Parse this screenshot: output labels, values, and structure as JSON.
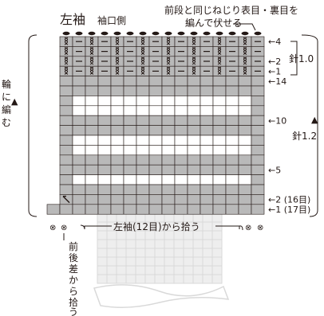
{
  "diagram": {
    "title": "左袖",
    "cuff_side": "袖口側",
    "note_top": [
      "前段と同じねじり表目・裏目を",
      "編んで伏せる"
    ],
    "knit_in_round": [
      "輪",
      "に",
      "編",
      "む"
    ],
    "up_arrow": "▲",
    "pickup_sleeve": "左袖(12目)から拾う",
    "pickup_gusset": [
      "前",
      "後",
      "差",
      "か",
      "ら",
      "拾",
      "う"
    ],
    "needle_upper": "針1.0",
    "needle_lower": "針1.2",
    "cross_marks": [
      "⊗",
      "⊗",
      "⊗",
      "⊗"
    ],
    "row_labels": [
      {
        "text": "←4",
        "row": 0
      },
      {
        "text": "←2",
        "row": 2
      },
      {
        "text": "←1",
        "row": 3
      },
      {
        "text": "←14",
        "row": 4
      },
      {
        "text": "←10",
        "row": 8
      },
      {
        "text": "←5",
        "row": 13
      },
      {
        "text": "←2 (16目)",
        "row": 16
      },
      {
        "text": "←1 (17目)",
        "row": 17
      }
    ],
    "colors": {
      "gray": "#b9b9b9",
      "dark_gray": "#8c8c8c",
      "white": "#ffffff",
      "line": "#231815",
      "faded": "#d9d9d9"
    },
    "grid": {
      "rows": 18,
      "cols": 16,
      "ribbing_rows": 4,
      "row_shading": [
        "rib",
        "rib",
        "rib",
        "rib",
        "g",
        "g",
        "w",
        "w",
        "g",
        "g",
        "w",
        "w",
        "g",
        "g",
        "w",
        "g",
        "g",
        "g"
      ]
    }
  }
}
